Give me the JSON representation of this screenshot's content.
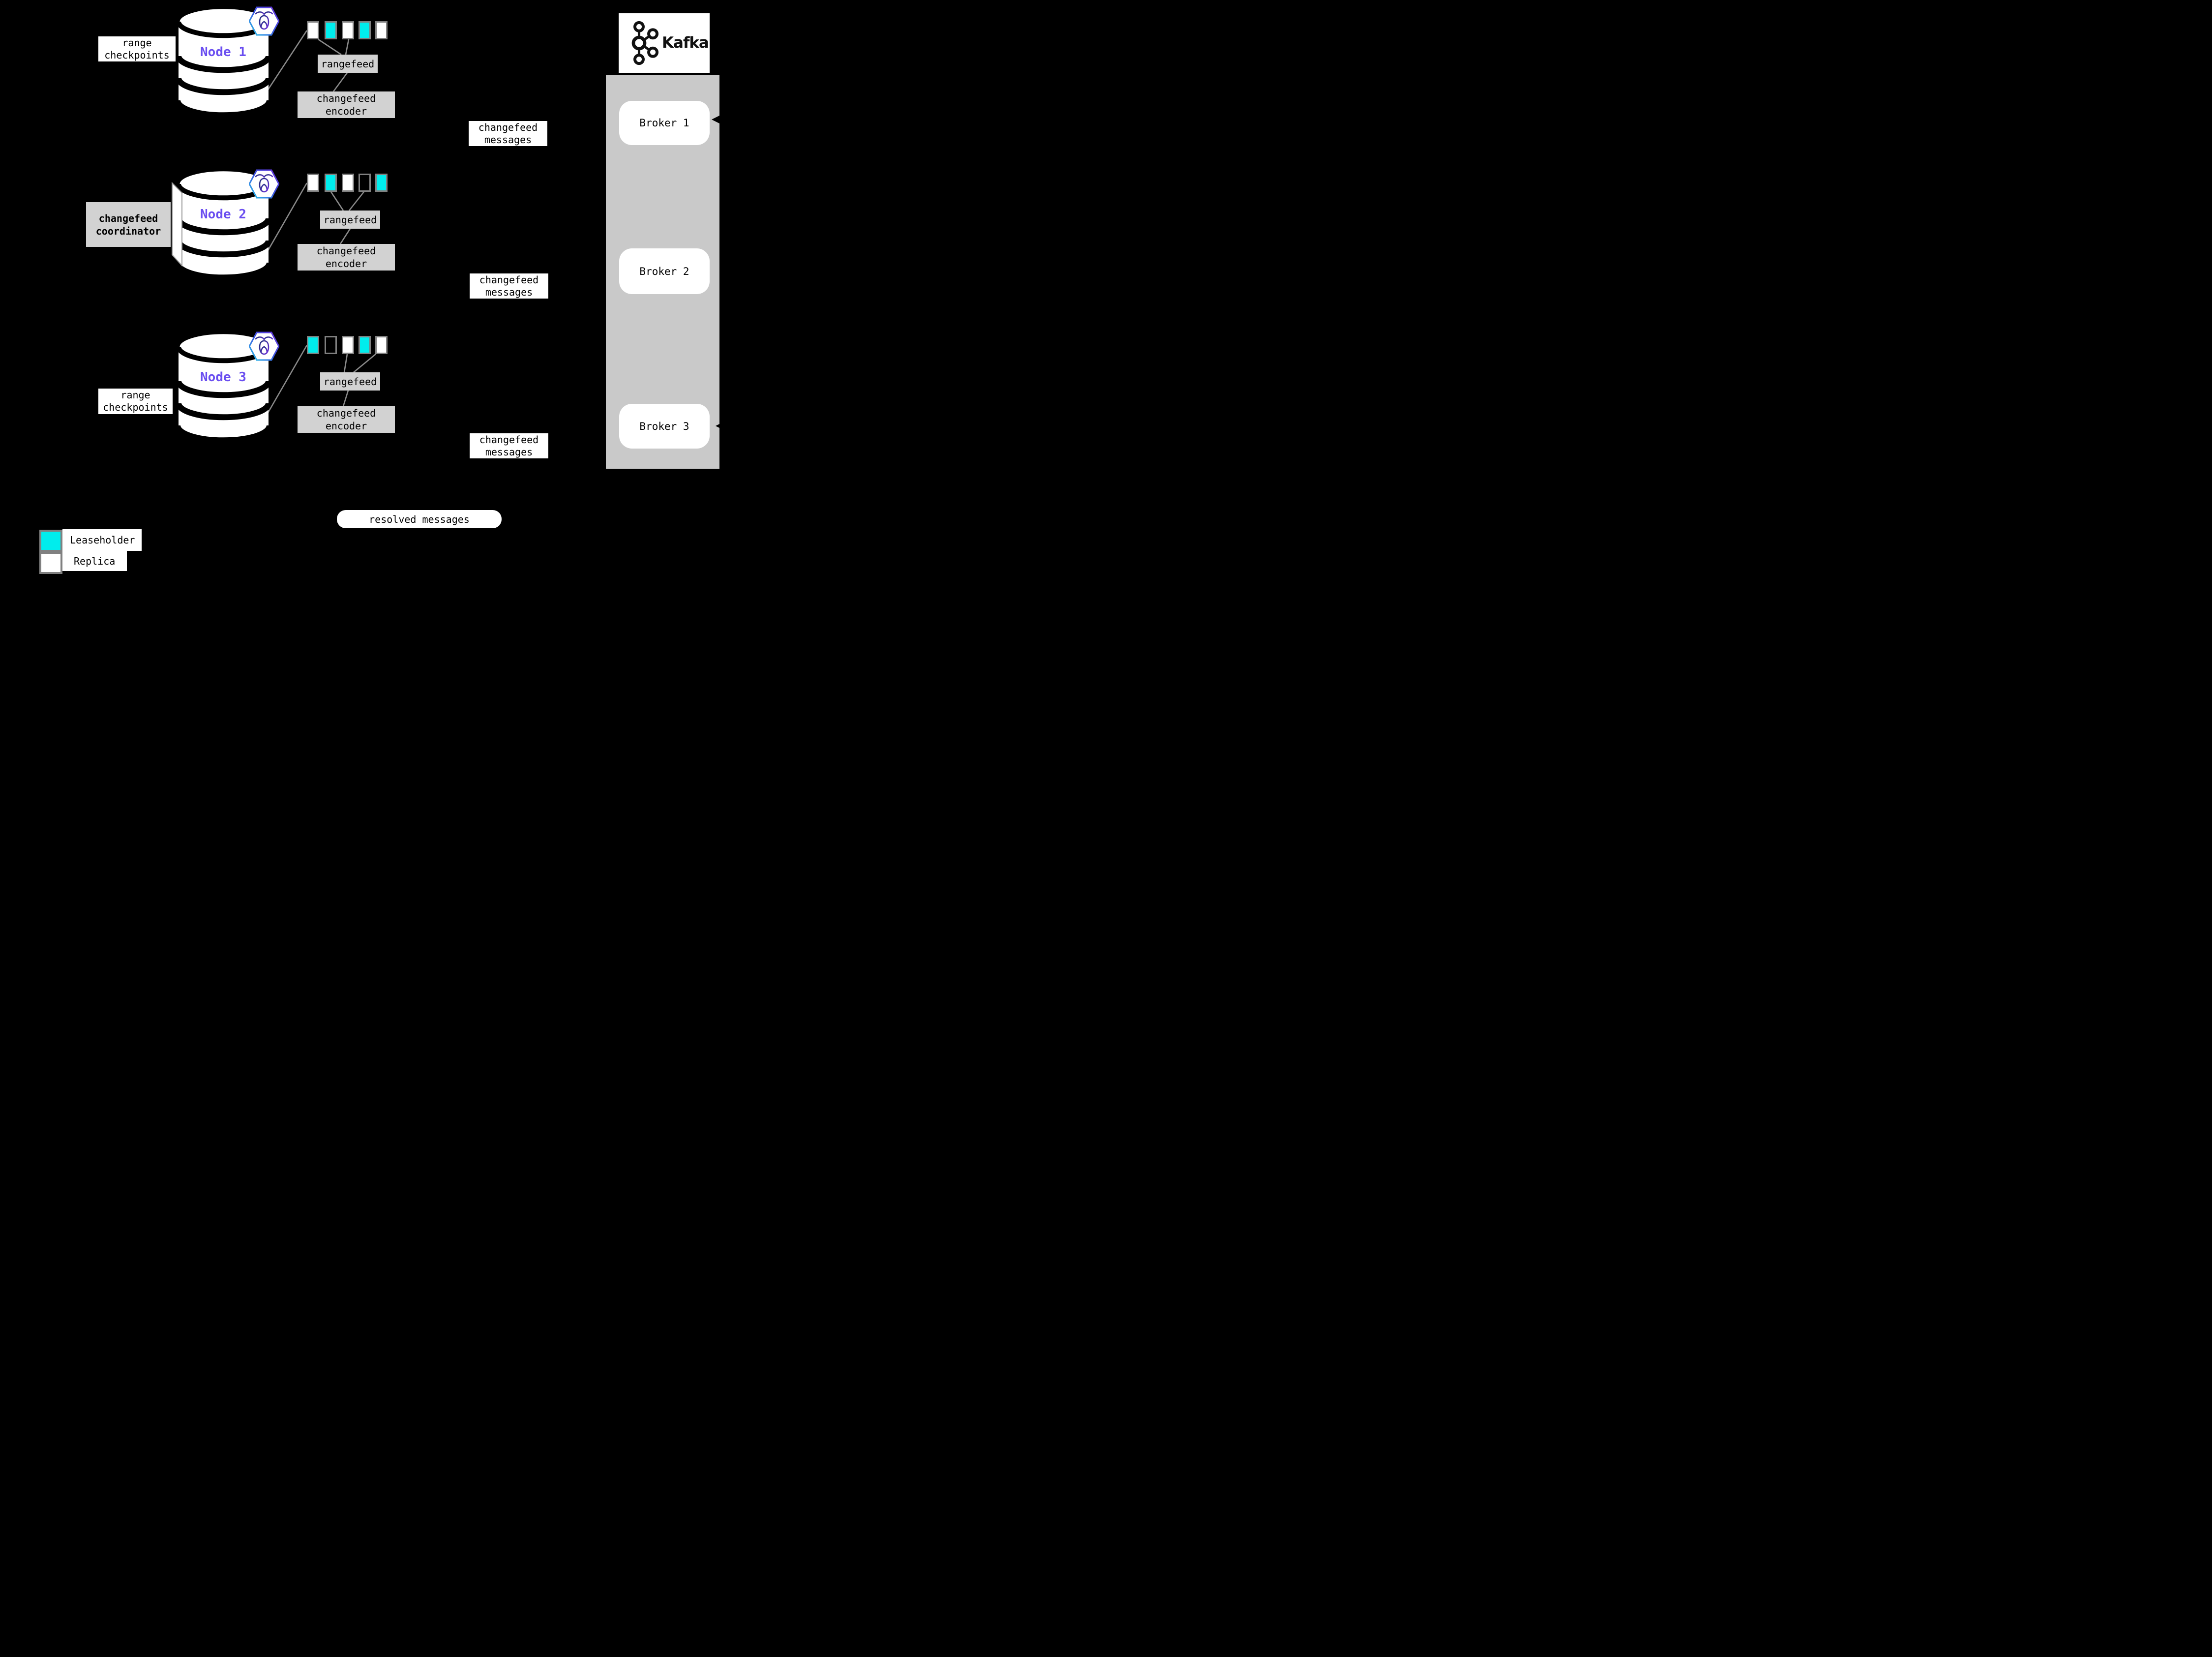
{
  "palette": {
    "background": "#000000",
    "box_gray": "#d2d2d2",
    "container_gray": "#c9c9c9",
    "line_gray": "#8a8a8a",
    "square_border_gray": "#808080",
    "leaseholder_cyan": "#00eded",
    "node_label_purple": "#6a4ef0",
    "white": "#ffffff"
  },
  "labels": {
    "range_checkpoints_line1": "range",
    "range_checkpoints_line2": "checkpoints",
    "coordinator_line1": "changefeed",
    "coordinator_line2": "coordinator",
    "rangefeed": "rangefeed",
    "encoder_line1": "changefeed",
    "encoder_line2": "encoder",
    "messages_line1": "changefeed",
    "messages_line2": "messages",
    "resolved_messages": "resolved messages"
  },
  "nodes": [
    {
      "name": "Node 1",
      "ranges": [
        "replica",
        "leaseholder",
        "replica",
        "leaseholder",
        "replica"
      ]
    },
    {
      "name": "Node 2",
      "ranges": [
        "replica",
        "leaseholder",
        "replica",
        "empty",
        "leaseholder"
      ]
    },
    {
      "name": "Node 3",
      "ranges": [
        "leaseholder",
        "empty",
        "replica",
        "leaseholder",
        "replica"
      ]
    }
  ],
  "kafka": {
    "title": "Kafka",
    "brokers": [
      "Broker 1",
      "Broker 2",
      "Broker 3"
    ]
  },
  "legend": {
    "items": [
      {
        "type": "leaseholder",
        "label": "Leaseholder"
      },
      {
        "type": "replica",
        "label": "Replica"
      }
    ]
  }
}
